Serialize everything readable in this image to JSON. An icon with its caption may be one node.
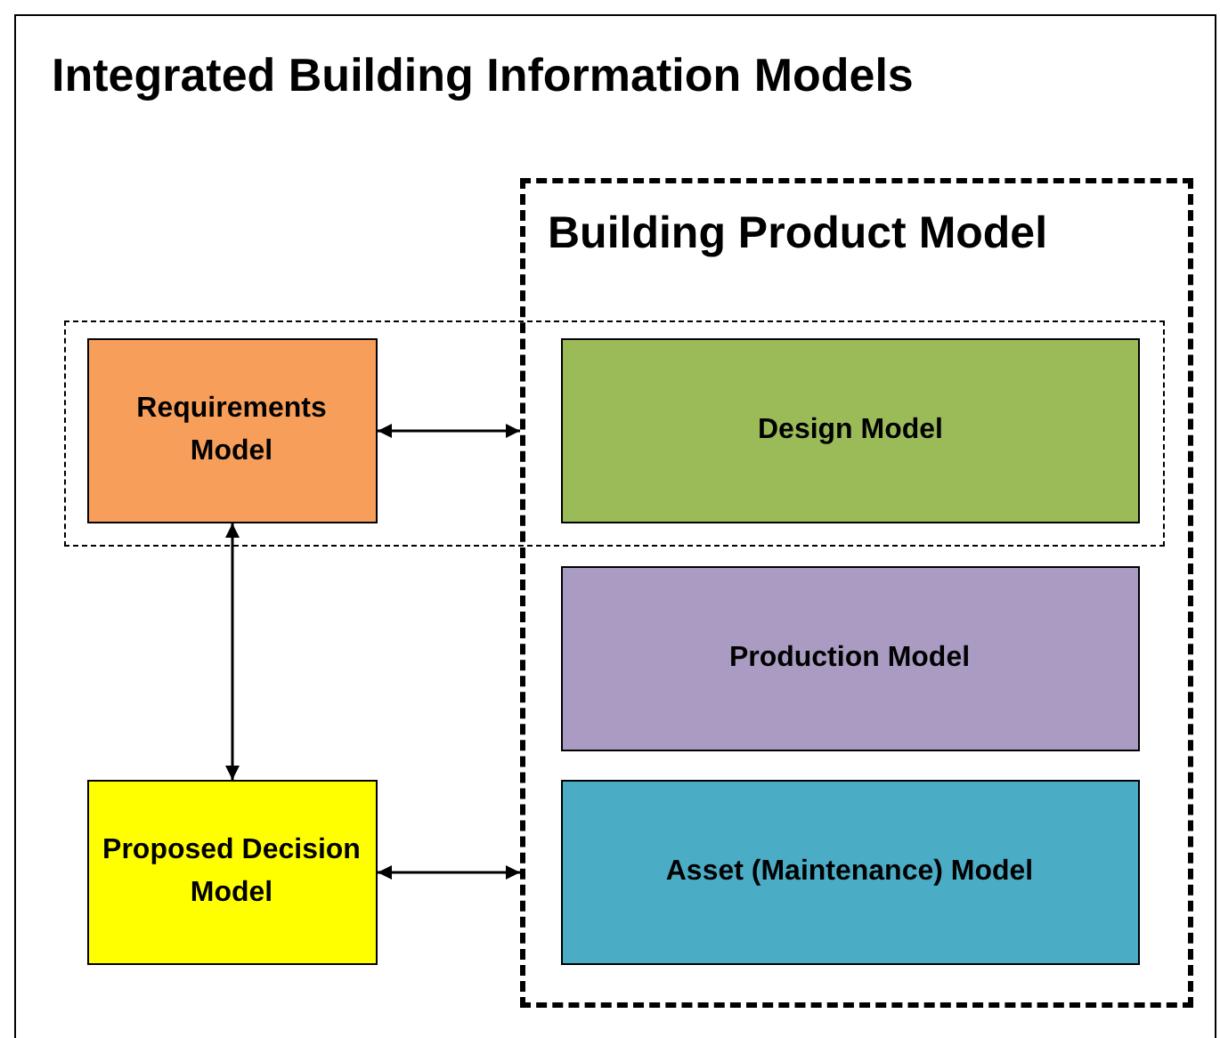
{
  "diagram": {
    "nodes": [
      {
        "text": [
          "Integrated Building Information Models"
        ]
      },
      {
        "text": [
          "Building Product Model"
        ],
        "in": 0
      },
      {
        "text": [],
        "shape": "box",
        "in": 0
      },
      {
        "text": [
          "Requirements Model"
        ],
        "in": 2
      },
      {
        "text": [
          "Design Model"
        ]
      },
      {
        "text": [
          "Production Model"
        ],
        "in": 1
      },
      {
        "text": [
          "Asset (Maintenance) Model"
        ],
        "in": 1
      },
      {
        "text": [
          "Proposed Decision Model"
        ],
        "in": 0
      }
    ],
    "edges": [
      {
        "from": 3,
        "to": 1,
        "arrow": "both"
      },
      {
        "from": 3,
        "to": 7,
        "arrow": "both"
      },
      {
        "from": 7,
        "to": 1,
        "arrow": "both"
      }
    ]
  }
}
